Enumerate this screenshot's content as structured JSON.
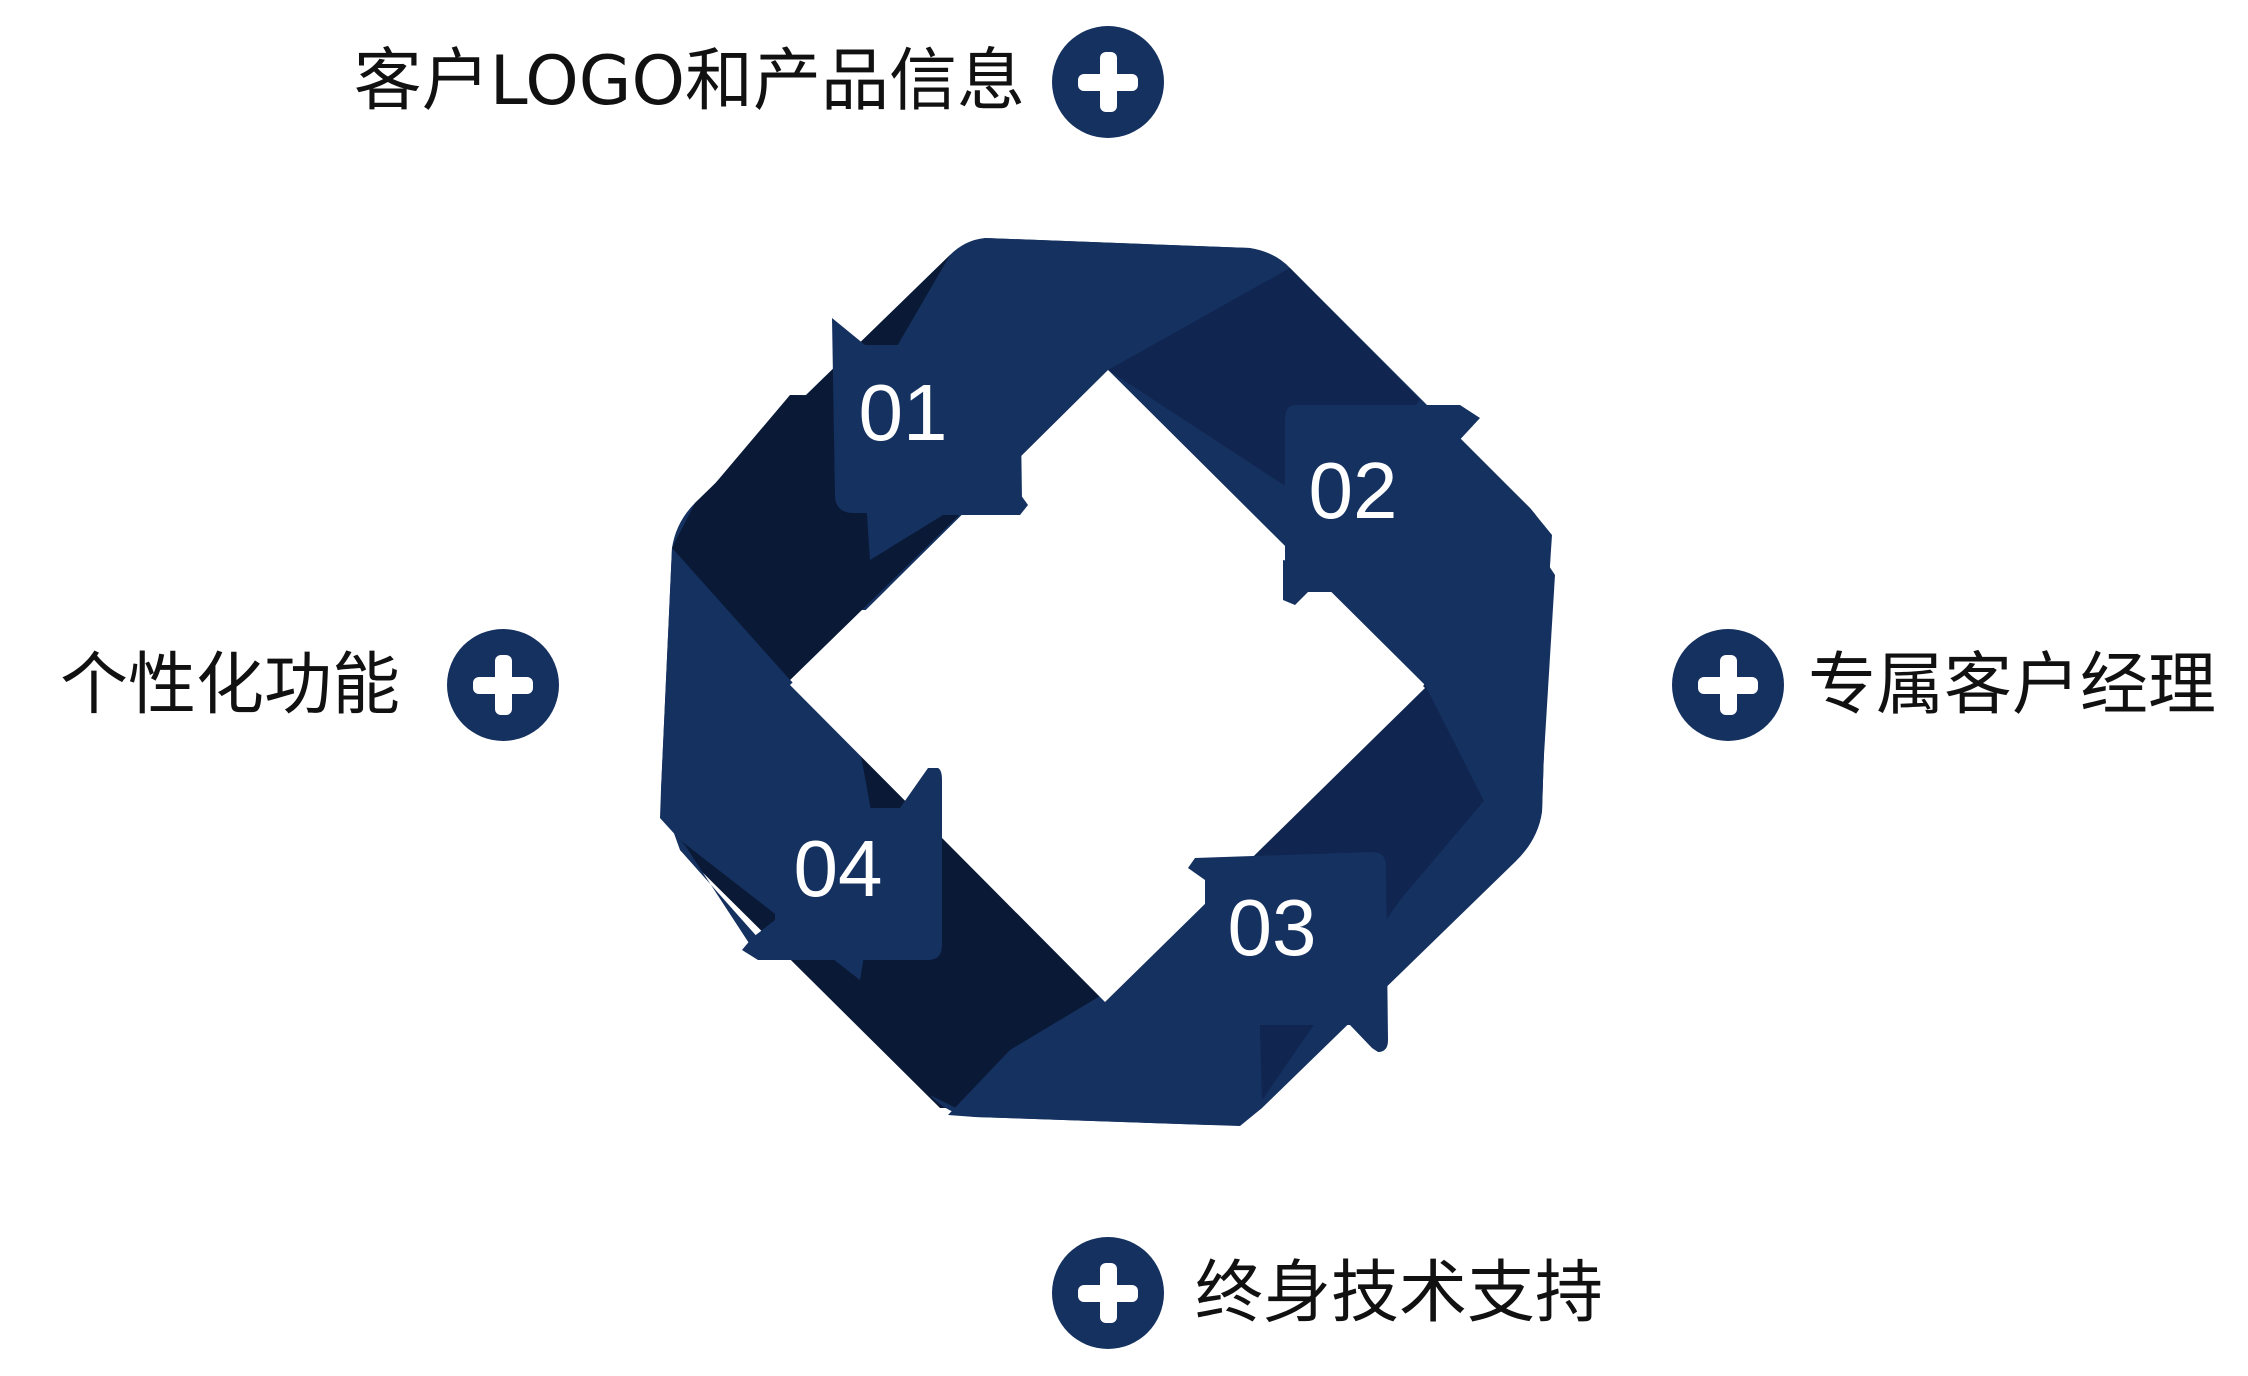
{
  "colors": {
    "arrow_light": "#153160",
    "arrow_mid": "#102550",
    "arrow_dark": "#0a1a36",
    "badge": "#153160",
    "badge_plus": "#ffffff",
    "text": "#111111"
  },
  "steps": [
    {
      "number": "01",
      "label": "客户LOGO和产品信息",
      "icon": "plus-circle-icon"
    },
    {
      "number": "02",
      "label": "专属客户经理",
      "icon": "plus-circle-icon"
    },
    {
      "number": "03",
      "label": "终身技术支持",
      "icon": "plus-circle-icon"
    },
    {
      "number": "04",
      "label": "个性化功能",
      "icon": "plus-circle-icon"
    }
  ]
}
